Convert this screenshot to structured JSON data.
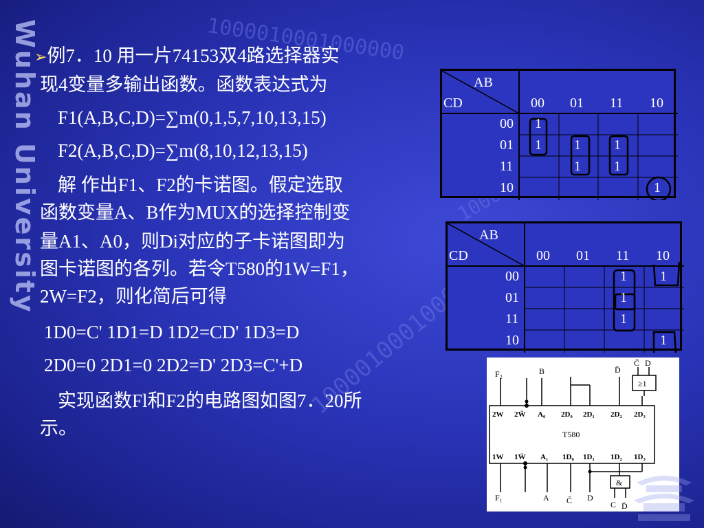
{
  "side_title": "Wuhan University",
  "watermark_digits": "1000010001000000",
  "slide_text": {
    "bullet": "➢",
    "line1": "例7．10  用一片74153双4路选择器实",
    "line2": "现4变量多输出函数。函数表达式为",
    "f1": "F1(A,B,C,D)=∑m(0,1,5,7,10,13,15)",
    "f2": "F2(A,B,C,D)=∑m(8,10,12,13,15)",
    "sol1": "解  作出F1、F2的卡诺图。假定选取",
    "sol2": "函数变量A、B作为MUX的选择控制变",
    "sol3": "量A1、A0，则Di对应的子卡诺图即为",
    "sol4": "图卡诺图的各列。若令T580的1W=F1，",
    "sol5": "2W=F2，则化简后可得",
    "eq1": "1D0=C'    1D1=D   1D2=CD'    1D3=D",
    "eq2": "2D0=0     2D1=0    2D2=D'    2D3=C'+D",
    "fin1": "实现函数Fl和F2的电路图如图7．20所",
    "fin2": "示。"
  },
  "kmap1": {
    "row_var": "AB",
    "col_var": "CD",
    "cols": [
      "00",
      "01",
      "11",
      "10"
    ],
    "rows": [
      "00",
      "01",
      "11",
      "10"
    ],
    "cells": [
      {
        "r": 0,
        "c": 0,
        "v": "1"
      },
      {
        "r": 1,
        "c": 0,
        "v": "1"
      },
      {
        "r": 1,
        "c": 1,
        "v": "1"
      },
      {
        "r": 1,
        "c": 2,
        "v": "1"
      },
      {
        "r": 2,
        "c": 1,
        "v": "1"
      },
      {
        "r": 2,
        "c": 2,
        "v": "1"
      },
      {
        "r": 3,
        "c": 3,
        "v": "1"
      }
    ]
  },
  "kmap2": {
    "row_var": "AB",
    "col_var": "CD",
    "cols": [
      "00",
      "01",
      "11",
      "10"
    ],
    "rows": [
      "00",
      "01",
      "11",
      "10"
    ],
    "cells": [
      {
        "r": 0,
        "c": 2,
        "v": "1"
      },
      {
        "r": 0,
        "c": 3,
        "v": "1"
      },
      {
        "r": 1,
        "c": 2,
        "v": "1"
      },
      {
        "r": 2,
        "c": 2,
        "v": "1"
      },
      {
        "r": 3,
        "c": 3,
        "v": "1"
      }
    ]
  },
  "circuit": {
    "chip": "T580",
    "top_pins": [
      "2W",
      "2W̄",
      "A₀",
      "2D₀",
      "2D₁",
      "2D₂",
      "2D₃"
    ],
    "bottom_pins": [
      "1W",
      "1W̄",
      "A₁",
      "1D₀",
      "1D₁",
      "1D₂",
      "1D₃"
    ],
    "labels": {
      "f2": "F₂",
      "b": "B",
      "d_bar_top": "D̄",
      "c_bar_top": "C̄",
      "d_top": "D",
      "or_gate": "≥1",
      "and_gate": "&",
      "f1": "F₁",
      "a": "A",
      "c_bar_bot": "C̄",
      "d_bot": "D",
      "c_bot": "C",
      "d_bar_bot": "D̄"
    }
  }
}
